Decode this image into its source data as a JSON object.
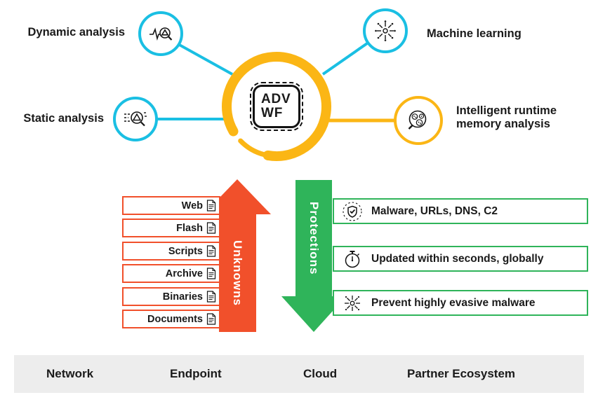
{
  "colors": {
    "cyan": "#1ABFE3",
    "yellow": "#FBB615",
    "orange": "#F1502B",
    "green": "#2FB45A",
    "footer_bg": "#EDEDED",
    "ink": "#1A1A1A"
  },
  "hub": {
    "badge_line1": "ADV",
    "badge_line2": "WF"
  },
  "satellites": {
    "dynamic": {
      "label": "Dynamic analysis",
      "icon": "dynamic-analysis-icon"
    },
    "ml": {
      "label": "Machine learning",
      "icon": "machine-learning-icon"
    },
    "static": {
      "label": "Static analysis",
      "icon": "static-analysis-icon"
    },
    "memory": {
      "label": "Intelligent runtime memory analysis",
      "icon": "memory-analysis-icon"
    }
  },
  "unknowns": {
    "title": "Unknowns",
    "item_icon": "document-icon",
    "items": [
      "Web",
      "Flash",
      "Scripts",
      "Archive",
      "Binaries",
      "Documents"
    ]
  },
  "protections": {
    "title": "Protections",
    "items": [
      {
        "label": "Malware, URLs, DNS, C2",
        "icon": "shield-check-icon"
      },
      {
        "label": "Updated within seconds, globally",
        "icon": "stopwatch-icon"
      },
      {
        "label": "Prevent highly evasive malware",
        "icon": "evasive-malware-icon"
      }
    ]
  },
  "footer": {
    "items": [
      "Network",
      "Endpoint",
      "Cloud",
      "Partner Ecosystem"
    ]
  }
}
